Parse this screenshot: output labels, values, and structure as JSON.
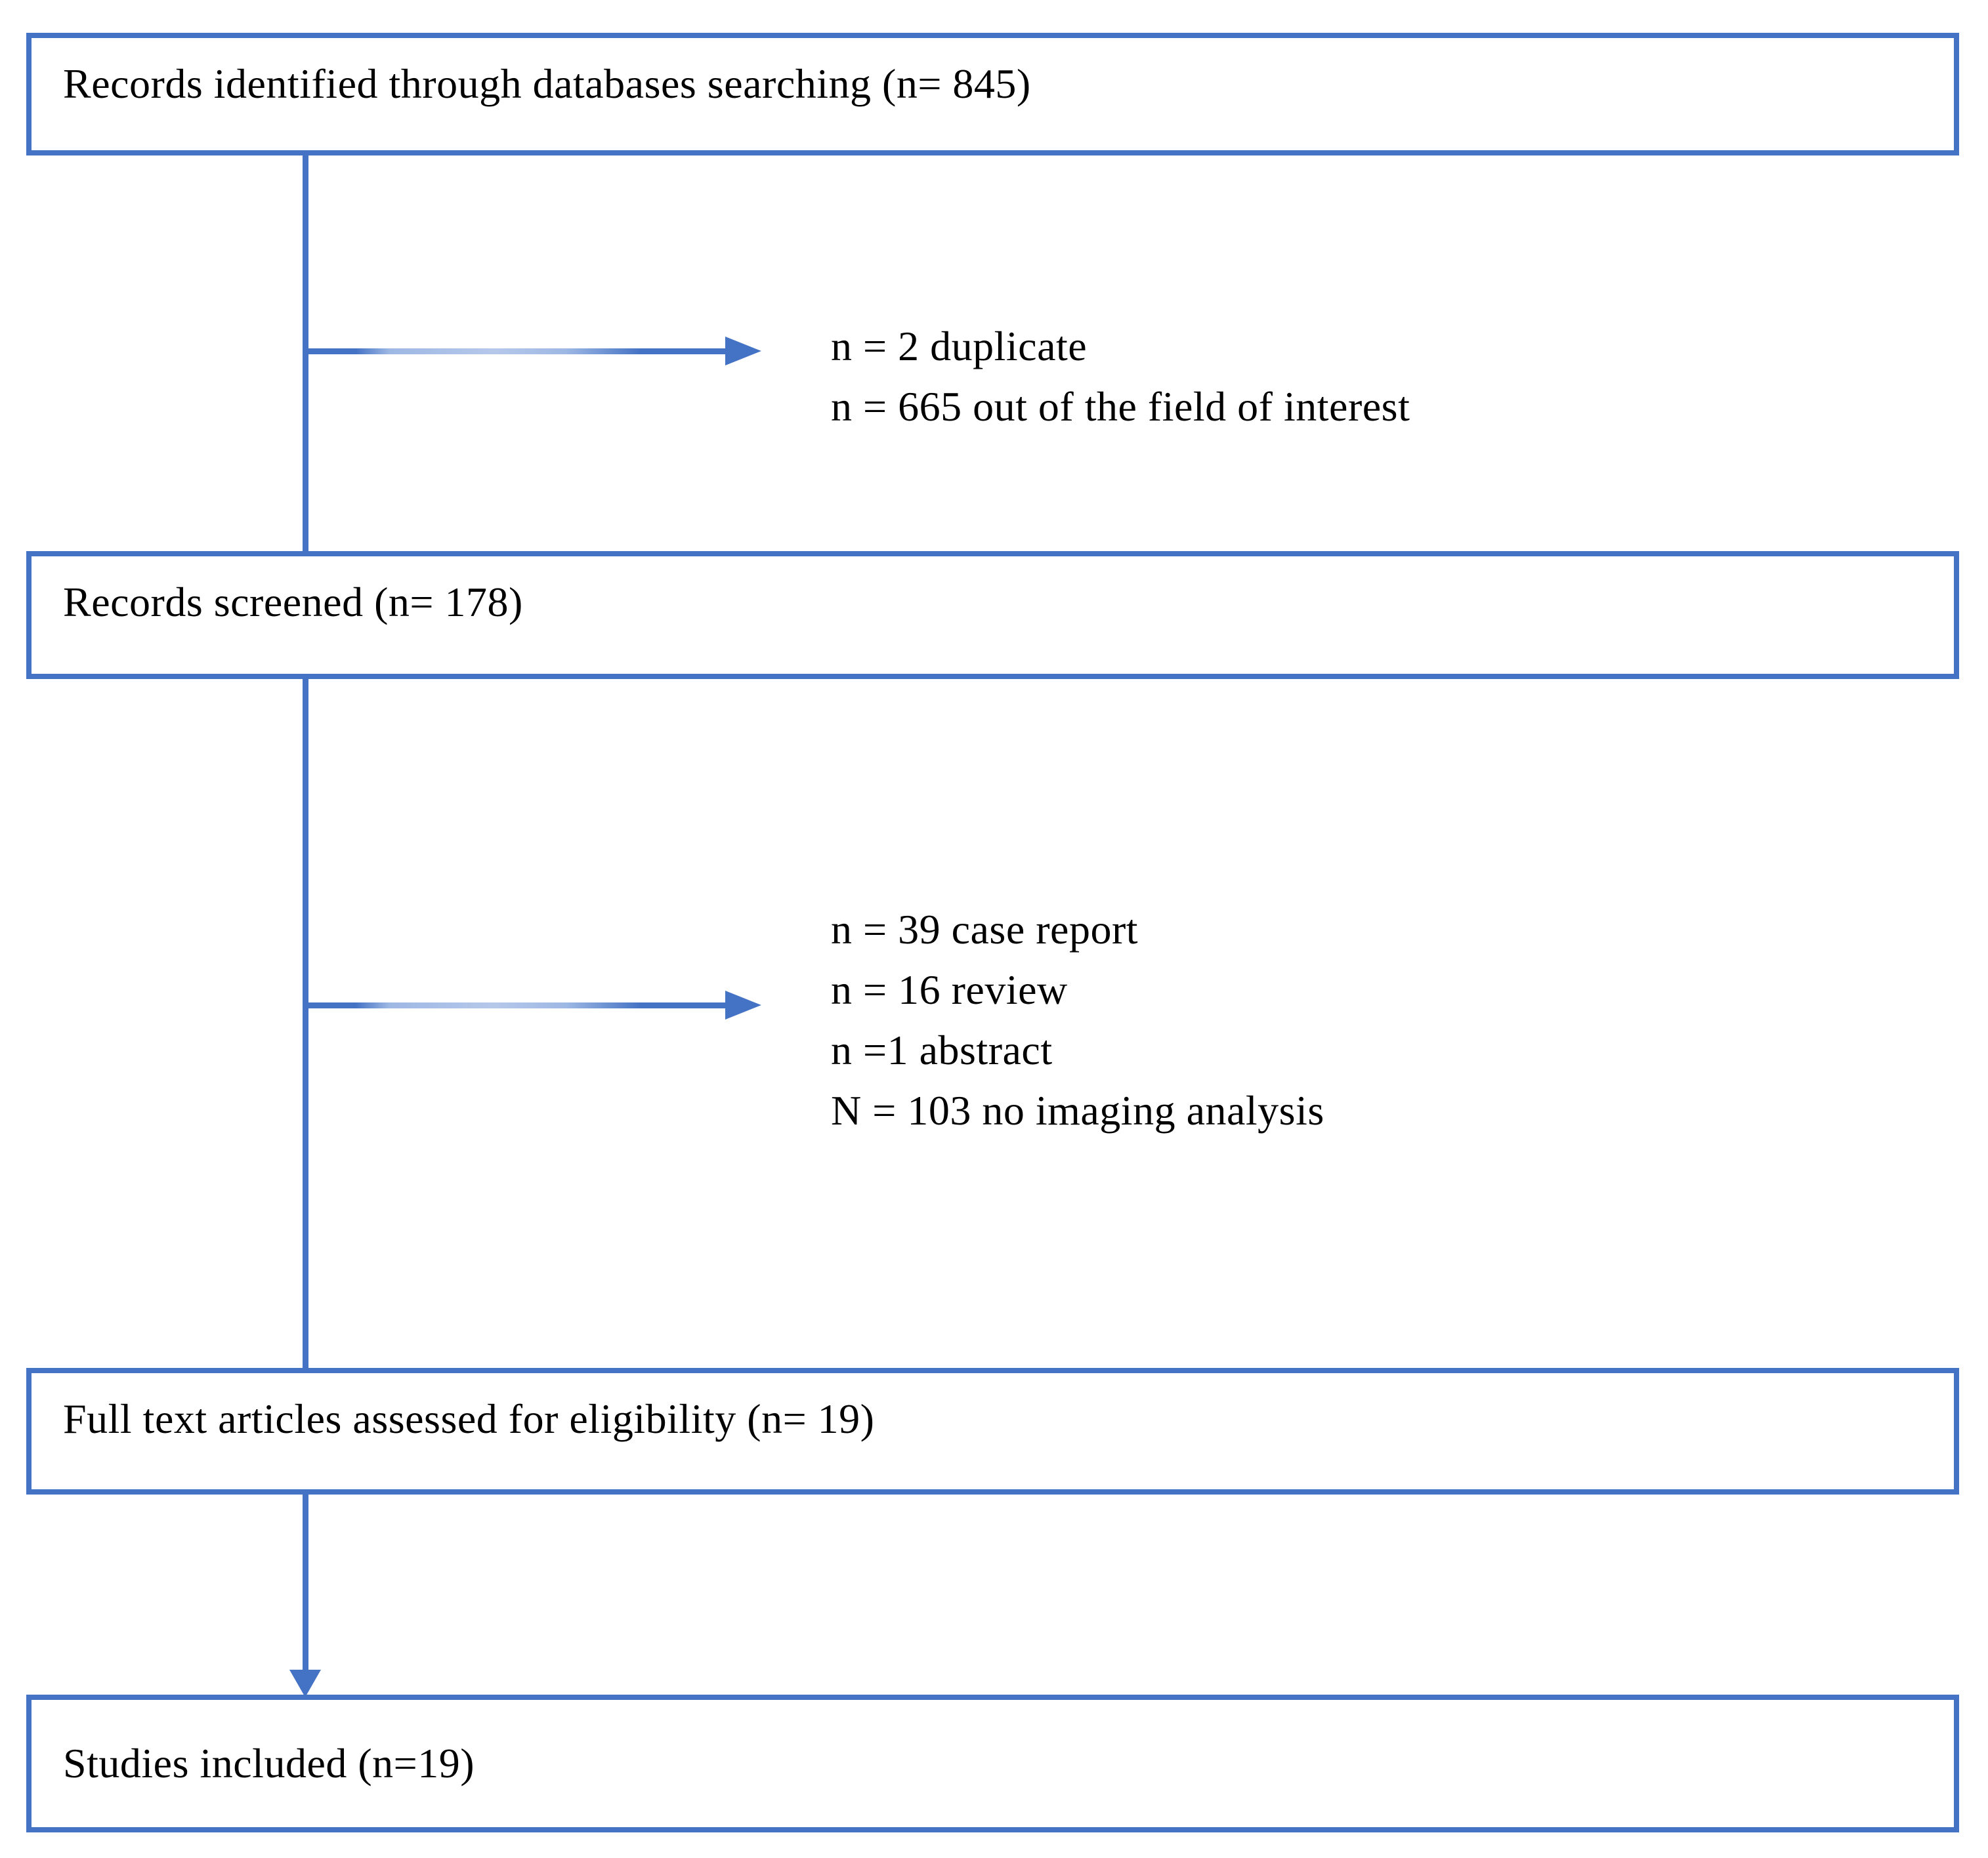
{
  "diagram": {
    "type": "prisma-flowchart",
    "boxes": {
      "identification": "Records identified through databases searching (n= 845)",
      "screening": "Records screened (n= 178)",
      "eligibility": "Full text articles assessed for eligibility (n= 19)",
      "included": "Studies included (n=19)"
    },
    "exclusions": {
      "after_identification": [
        "n = 2 duplicate",
        "n = 665 out of the field of interest"
      ],
      "after_screening": [
        "n = 39 case report",
        "n = 16 review",
        "n =1 abstract",
        "N = 103 no imaging analysis"
      ]
    },
    "colors": {
      "accent": "#4472C4",
      "accent_light": "#B4C7E7",
      "text": "#000000",
      "background": "#FFFFFF"
    }
  }
}
